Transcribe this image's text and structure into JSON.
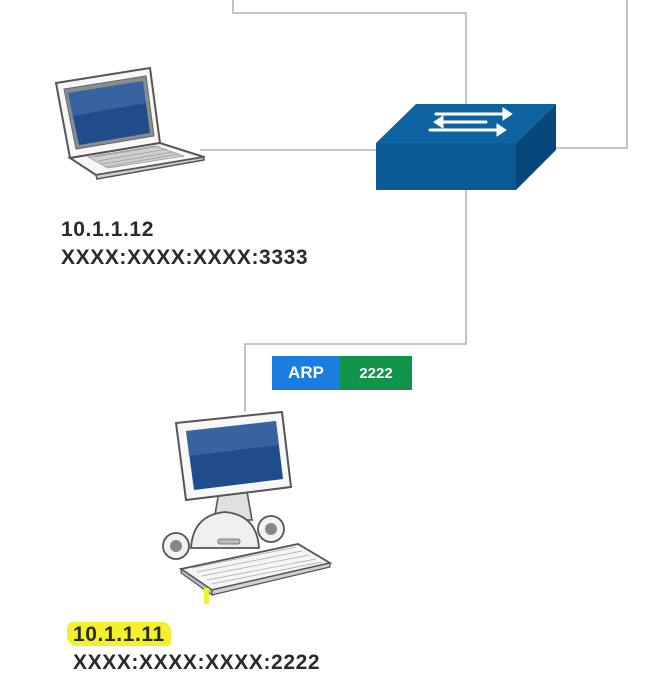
{
  "hosts": {
    "laptop": {
      "ip": "10.1.1.12",
      "mac": "XXXX:XXXX:XXXX:3333"
    },
    "desktop": {
      "ip": "10.1.1.11",
      "mac": "XXXX:XXXX:XXXX:2222"
    }
  },
  "packet": {
    "protocol": "ARP",
    "mac_suffix": "2222"
  },
  "colors": {
    "switch": "#0b5a96",
    "cable": "#b4b4b4",
    "arp": "#1a7ee0",
    "mac_tag": "#12934a",
    "highlight": "#f4f02a"
  },
  "icons": [
    "laptop-icon",
    "network-switch-icon",
    "desktop-computer-icon"
  ]
}
